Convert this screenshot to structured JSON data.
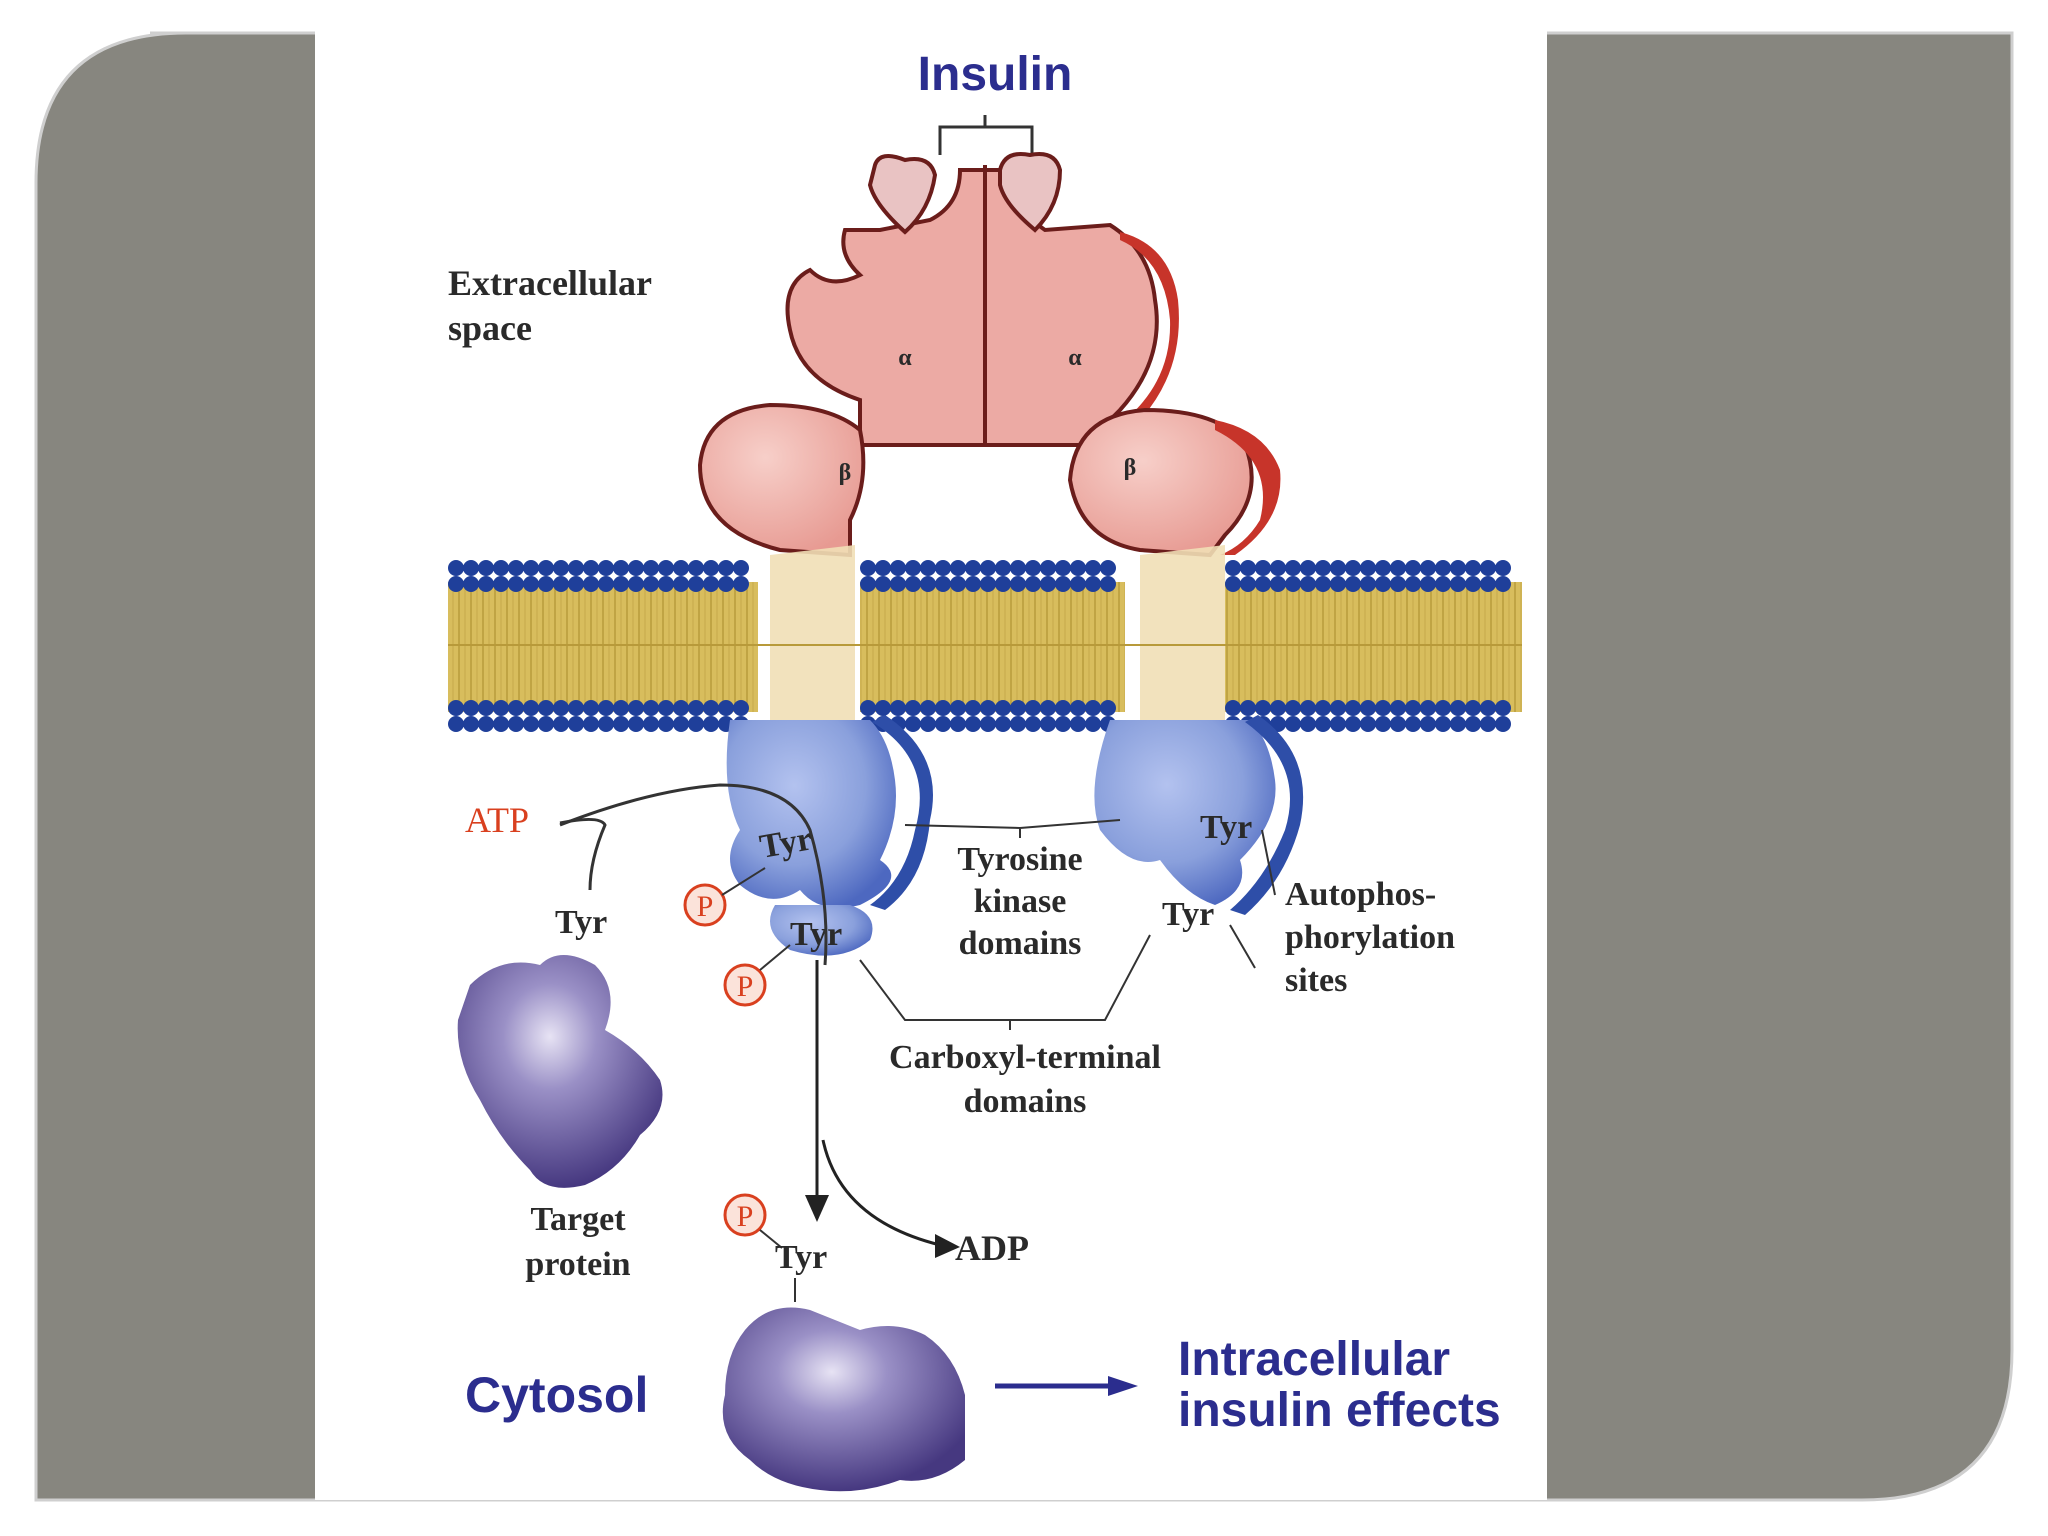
{
  "colors": {
    "frame_gray": "#87867f",
    "title_blue": "#2b2d8e",
    "alpha_pink": "#ecaaa4",
    "alpha_red": "#c7342a",
    "membrane_yellow": "#d8bd5d",
    "head_blue": "#1f3f9a",
    "kinase_blue": "#8aa0dc",
    "target_purple": "#56488f",
    "atp_red": "#d9401f"
  },
  "labels": {
    "insulin": "Insulin",
    "extracellular_line1": "Extracellular",
    "extracellular_line2": "space",
    "alpha_left": "α",
    "alpha_right": "α",
    "beta_left": "β",
    "beta_right": "β",
    "atp": "ATP",
    "tyr_kinase_upper_left": "Tyr",
    "tyr_kinase_lower_left": "Tyr",
    "tyr_kinase_upper_right": "Tyr",
    "tyr_kinase_lower_right": "Tyr",
    "tyr_target": "Tyr",
    "tyr_phosphorylated": "Tyr",
    "p_symbol": "P",
    "tyrosine_kinase_line1": "Tyrosine",
    "tyrosine_kinase_line2": "kinase",
    "tyrosine_kinase_line3": "domains",
    "autophos_line1": "Autophos-",
    "autophos_line2": "phorylation",
    "autophos_line3": "sites",
    "carboxyl_line1": "Carboxyl-terminal",
    "carboxyl_line2": "domains",
    "target_line1": "Target",
    "target_line2": "protein",
    "adp": "ADP",
    "cytosol": "Cytosol",
    "effects_line1": "Intracellular",
    "effects_line2": "insulin effects"
  }
}
